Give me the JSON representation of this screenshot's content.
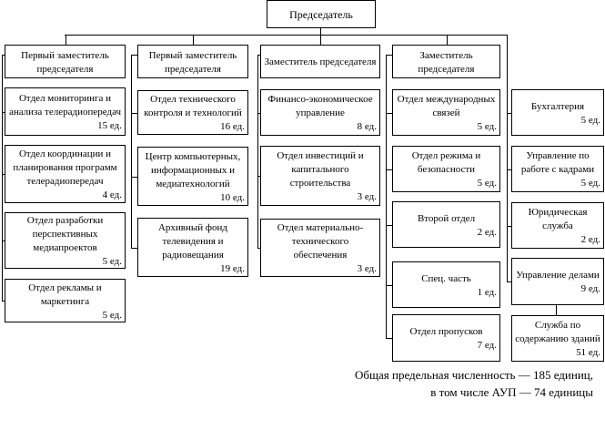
{
  "chairman": "Председатель",
  "columns": [
    {
      "head": "Первый заместитель\nпредседателя",
      "units": [
        {
          "name": "Отдел мониторинга и\nанализа телерадиопередач",
          "count": "15 ед."
        },
        {
          "name": "Отдел координации и\nпланирования программ\nтелерадиопередач",
          "count": "4 ед."
        },
        {
          "name": "Отдел разработки\nперспективных\nмедиапроектов",
          "count": "5 ед."
        },
        {
          "name": "Отдел рекламы и\nмаркетинга",
          "count": "5 ед."
        }
      ]
    },
    {
      "head": "Первый заместитель\nпредседателя",
      "units": [
        {
          "name": "Отдел технического\nконтроля и технологий",
          "count": "16 ед."
        },
        {
          "name": "Центр компьютерных,\nинформационных и\nмедиатехнологий",
          "count": "10 ед."
        },
        {
          "name": "Архивный фонд\nтелевидения и\nрадиовещания",
          "count": "19 ед."
        }
      ]
    },
    {
      "head": "Заместитель председателя",
      "units": [
        {
          "name": "Финансо-экономическое\nуправление",
          "count": "8 ед."
        },
        {
          "name": "Отдел инвестиций и\nкапитального\nстроительства",
          "count": "3 ед."
        },
        {
          "name": "Отдел материально-\nтехнического\nобеспечения",
          "count": "3 ед."
        }
      ]
    },
    {
      "head": "Заместитель\nпредседателя",
      "units": [
        {
          "name": "Отдел международных\nсвязей",
          "count": "5 ед."
        },
        {
          "name": "Отдел режима и\nбезопасности",
          "count": "5 ед."
        },
        {
          "name": "Второй отдел",
          "count": "2 ед."
        },
        {
          "name": "Спец. часть",
          "count": "1 ед."
        },
        {
          "name": "Отдел пропусков",
          "count": "7 ед."
        }
      ]
    },
    {
      "head": null,
      "units": [
        {
          "name": "Бухгалтерия",
          "count": "5 ед."
        },
        {
          "name": "Управление по\nработе с кадрами",
          "count": "5 ед."
        },
        {
          "name": "Юридическая\nслужба",
          "count": "2 ед."
        },
        {
          "name": "Управление делами",
          "count": "9 ед."
        },
        {
          "name": "Служба по\nсодержанию зданий",
          "count": "51 ед."
        }
      ]
    }
  ],
  "footer": {
    "line1": "Общая предельная численность — 185 единиц,",
    "line2": "в том числе АУП — 74 единицы"
  }
}
